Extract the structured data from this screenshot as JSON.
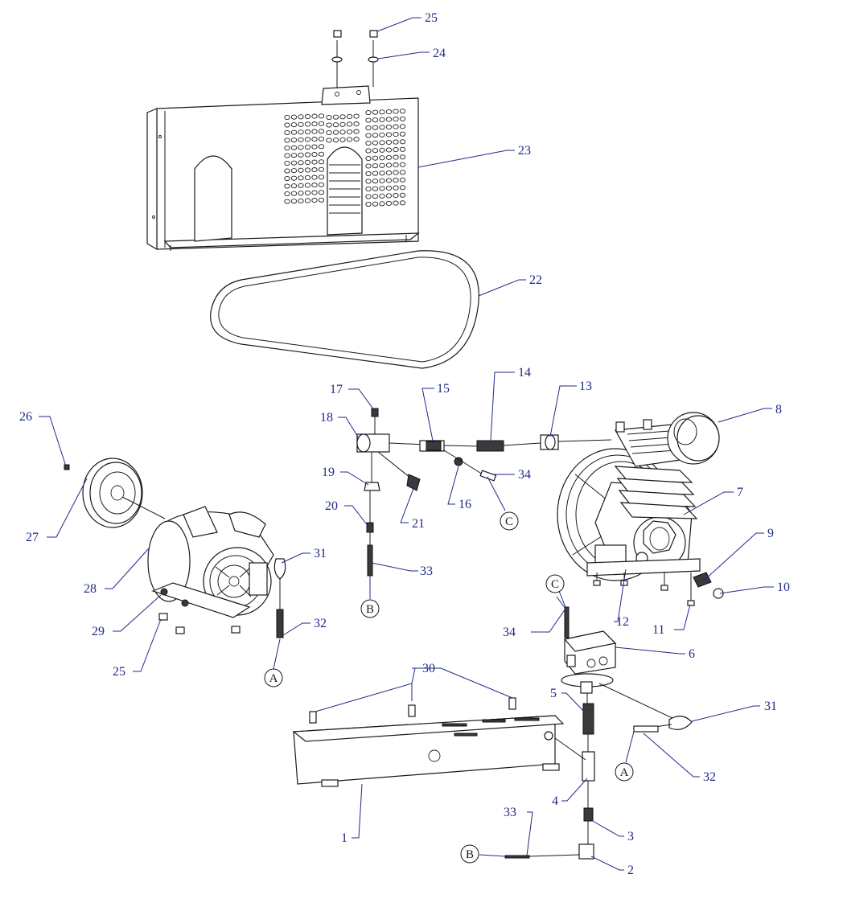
{
  "callouts": [
    {
      "id": "c-25-top",
      "text": "25"
    },
    {
      "id": "c-24",
      "text": "24"
    },
    {
      "id": "c-23",
      "text": "23"
    },
    {
      "id": "c-22",
      "text": "22"
    },
    {
      "id": "c-26",
      "text": "26"
    },
    {
      "id": "c-27",
      "text": "27"
    },
    {
      "id": "c-28",
      "text": "28"
    },
    {
      "id": "c-29",
      "text": "29"
    },
    {
      "id": "c-25-bottom",
      "text": "25"
    },
    {
      "id": "c-31-left",
      "text": "31"
    },
    {
      "id": "c-32-left",
      "text": "32"
    },
    {
      "id": "c-17",
      "text": "17"
    },
    {
      "id": "c-18",
      "text": "18"
    },
    {
      "id": "c-19",
      "text": "19"
    },
    {
      "id": "c-20",
      "text": "20"
    },
    {
      "id": "c-21",
      "text": "21"
    },
    {
      "id": "c-33-top",
      "text": "33"
    },
    {
      "id": "c-15",
      "text": "15"
    },
    {
      "id": "c-16",
      "text": "16"
    },
    {
      "id": "c-14",
      "text": "14"
    },
    {
      "id": "c-13",
      "text": "13"
    },
    {
      "id": "c-34-top",
      "text": "34"
    },
    {
      "id": "c-8",
      "text": "8"
    },
    {
      "id": "c-7",
      "text": "7"
    },
    {
      "id": "c-9",
      "text": "9"
    },
    {
      "id": "c-10",
      "text": "10"
    },
    {
      "id": "c-11",
      "text": "11"
    },
    {
      "id": "c-12",
      "text": "12"
    },
    {
      "id": "c-34-bottom",
      "text": "34"
    },
    {
      "id": "c-6",
      "text": "6"
    },
    {
      "id": "c-5",
      "text": "5"
    },
    {
      "id": "c-31-right",
      "text": "31"
    },
    {
      "id": "c-32-right",
      "text": "32"
    },
    {
      "id": "c-30",
      "text": "30"
    },
    {
      "id": "c-4",
      "text": "4"
    },
    {
      "id": "c-3",
      "text": "3"
    },
    {
      "id": "c-2",
      "text": "2"
    },
    {
      "id": "c-1",
      "text": "1"
    },
    {
      "id": "c-33-bottom",
      "text": "33"
    }
  ],
  "connection_refs": [
    {
      "id": "ref-a-left",
      "text": "A"
    },
    {
      "id": "ref-b-left",
      "text": "B"
    },
    {
      "id": "ref-c-top",
      "text": "C"
    },
    {
      "id": "ref-c-right",
      "text": "C"
    },
    {
      "id": "ref-a-right",
      "text": "A"
    },
    {
      "id": "ref-b-bottom",
      "text": "B"
    }
  ],
  "colors": {
    "leader": "#1f2a8a",
    "part_stroke": "#1a1a1a",
    "background": "#ffffff"
  }
}
